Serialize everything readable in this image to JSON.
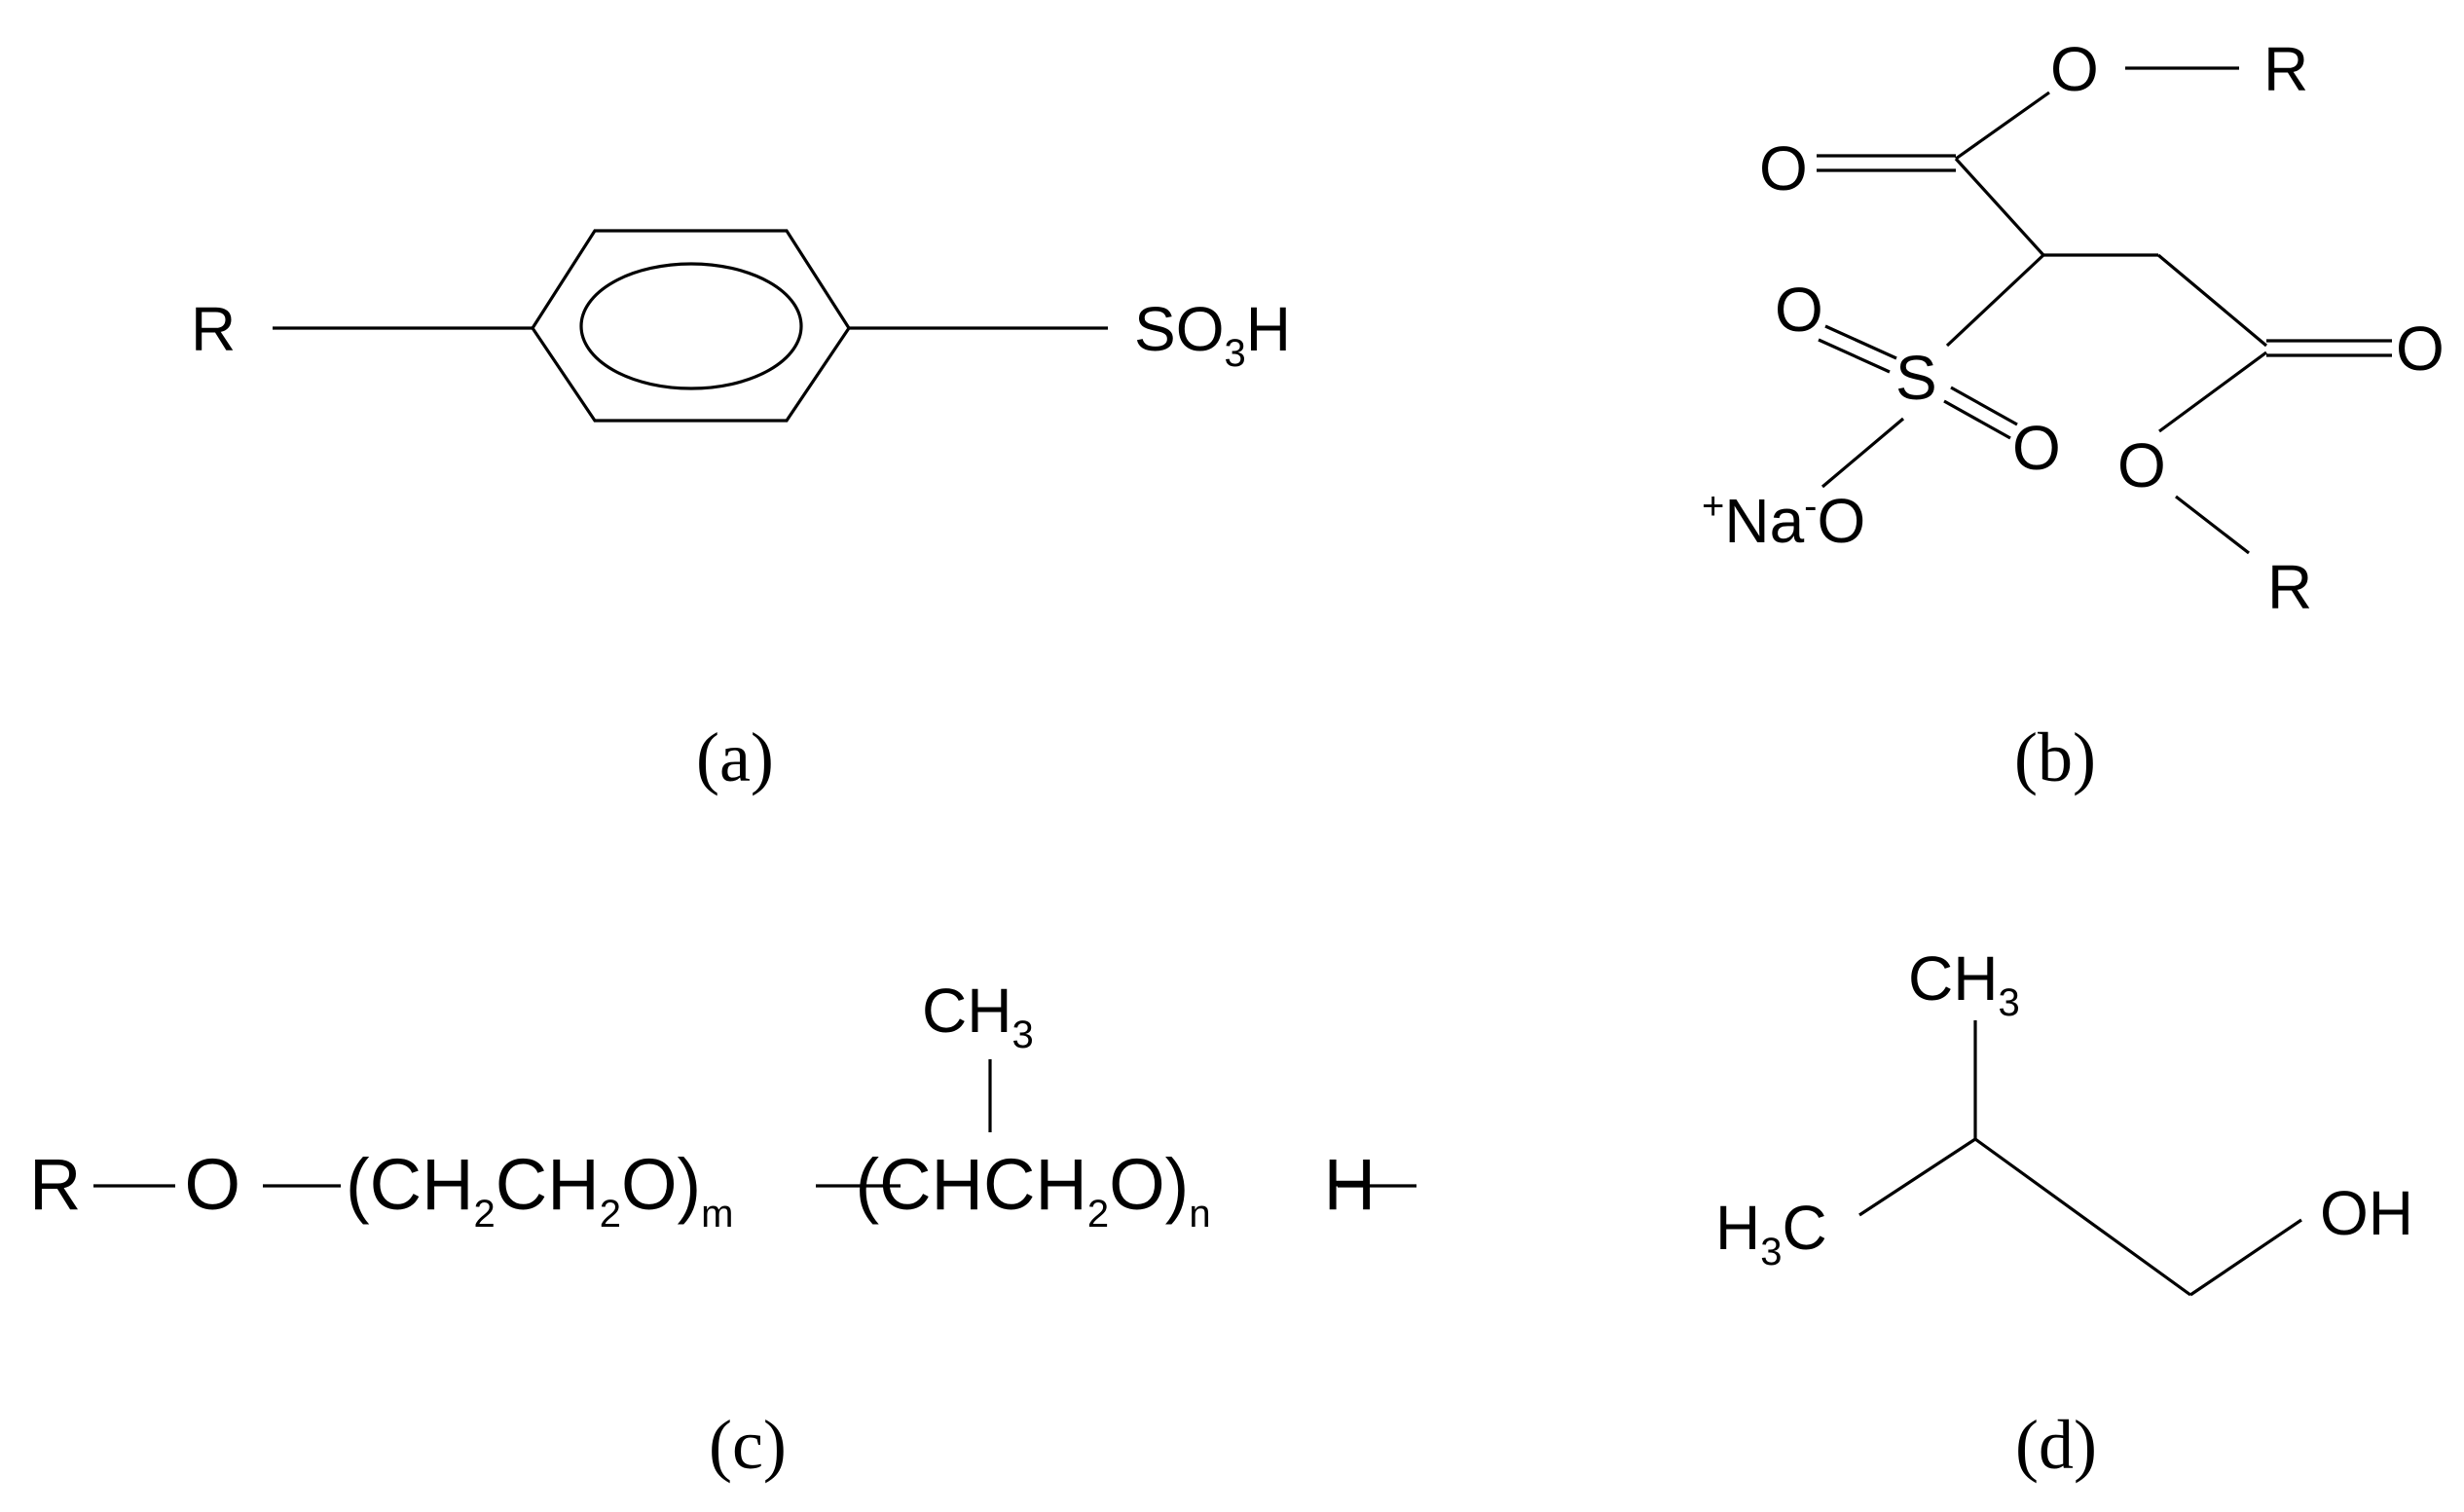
{
  "panels": {
    "a": {
      "label": "(a)",
      "r": "R",
      "sulfonic": "SO",
      "sub3": "3",
      "h": "H"
    },
    "b": {
      "label": "(b)",
      "o_top": "O",
      "r_top": "R",
      "o_carbonyl1": "O",
      "o_s1": "O",
      "s": "S",
      "o_s2": "O",
      "o_carbonyl2": "O",
      "o_ester2": "O",
      "r_bottom": "R",
      "na_plus": "+",
      "na": "Na",
      "minus": "-",
      "o_minus": "O"
    },
    "c": {
      "label": "(c)",
      "r": "R",
      "o": "O",
      "paren_open1": "(CH",
      "sub2a": "2",
      "ch": "CH",
      "sub2b": "2",
      "o_close1": "O)",
      "sub_m": "m",
      "paren_open2": "(CHCH",
      "sub2c": "2",
      "o_close2": "O)",
      "sub_n": "n",
      "h": "H",
      "ch3": "CH",
      "sub3": "3"
    },
    "d": {
      "label": "(d)",
      "ch3_top": "CH",
      "sub3_top": "3",
      "h3c_h": "H",
      "sub3_left": "3",
      "h3c_c": "C",
      "oh": "OH"
    }
  },
  "colors": {
    "ink": "#000000",
    "background": "#ffffff"
  }
}
